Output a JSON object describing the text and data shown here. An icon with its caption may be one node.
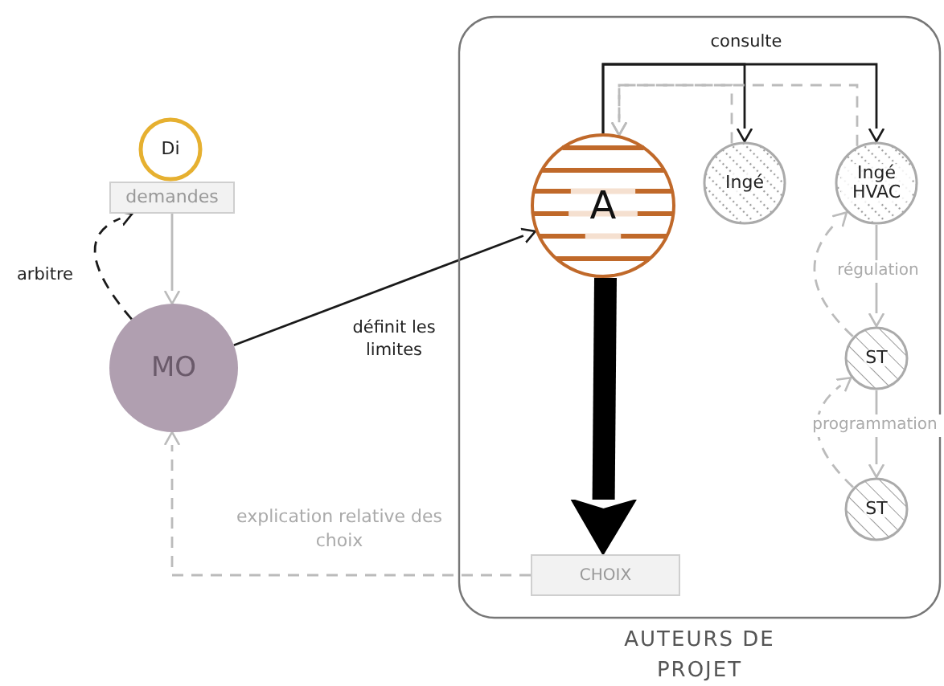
{
  "diagram": {
    "nodes": [
      {
        "text": [
          "AUTEURS DE PROJET"
        ]
      },
      {
        "text": [
          "Di"
        ]
      },
      {
        "text": [
          "demandes"
        ]
      },
      {
        "text": [
          "MO"
        ]
      },
      {
        "text": [
          "A"
        ],
        "in": 0
      },
      {
        "text": [
          "Ingé"
        ],
        "in": 0
      },
      {
        "text": [
          "Ingé HVAC"
        ],
        "in": 0
      },
      {
        "text": [
          "ST"
        ],
        "in": 0
      },
      {
        "text": [
          "ST"
        ],
        "in": 0
      },
      {
        "text": [
          "CHOIX"
        ],
        "in": 0
      }
    ],
    "edges": [
      {
        "from": 2,
        "to": 3,
        "arrow": "to"
      },
      {
        "from": 3,
        "to": 2,
        "arrow": "to",
        "label": "arbitre",
        "style": "dashed",
        "color": "#1a1a1a"
      },
      {
        "from": 3,
        "to": 4,
        "arrow": "to",
        "label": "définit les limites",
        "color": "#1a1a1a"
      },
      {
        "from": 4,
        "to": 5,
        "arrow": "to",
        "label": "consulte",
        "color": "#1a1a1a"
      },
      {
        "from": 4,
        "to": 6,
        "arrow": "to",
        "color": "#1a1a1a"
      },
      {
        "from": 5,
        "to": 4,
        "arrow": "to",
        "style": "dashed"
      },
      {
        "from": 6,
        "to": 4,
        "arrow": "to",
        "style": "dashed"
      },
      {
        "from": 6,
        "to": 7,
        "arrow": "to",
        "label": "régulation"
      },
      {
        "from": 7,
        "to": 8,
        "arrow": "to",
        "label": "programmation"
      },
      {
        "from": 8,
        "to": 7,
        "arrow": "to",
        "style": "dashed"
      },
      {
        "from": 7,
        "to": 6,
        "arrow": "to",
        "style": "dashed"
      },
      {
        "from": 4,
        "to": 9,
        "arrow": "to",
        "style": "thick",
        "color": "#000000"
      },
      {
        "from": 9,
        "to": 3,
        "arrow": "to",
        "label": "explication relative des choix",
        "style": "dashed"
      }
    ]
  }
}
